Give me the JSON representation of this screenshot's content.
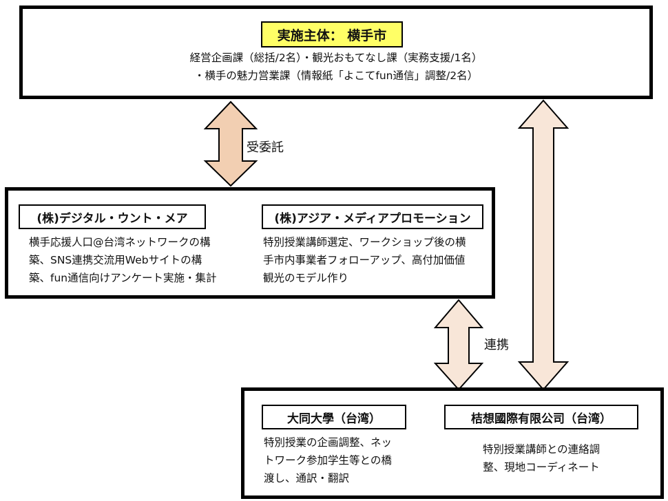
{
  "top": {
    "title": "実施主体： 横手市",
    "lines": [
      "経営企画課（総括/2名）・観光おもてなし課（実務支援/1名）",
      "・横手の魅力営業課（情報紙「よこてfun通信」調整/2名）"
    ],
    "title_bg": "#ffff66"
  },
  "middle": {
    "left": {
      "title": "(株)デジタル・ウント・メア",
      "lines": [
        "横手応援人口@台湾ネットワークの構",
        "築、SNS連携交流用Webサイトの構",
        "築、fun通信向けアンケート実施・集計"
      ]
    },
    "right": {
      "title": "(株)アジア・メディアプロモーション",
      "lines": [
        "特別授業講師選定、ワークショップ後の横",
        "手市内事業者フォローアップ、高付加価値",
        "観光のモデル作り"
      ]
    }
  },
  "bottom": {
    "left": {
      "title": "大同大學（台湾）",
      "lines": [
        "特別授業の企画調整、ネッ",
        "トワーク参加学生等との橋",
        "渡し、通訳・翻訳"
      ]
    },
    "right": {
      "title": "桔想國際有限公司（台湾）",
      "lines": [
        "特別授業講師との連絡調",
        "整、現地コーディネート"
      ]
    }
  },
  "arrows": {
    "commission_label": "受委託",
    "cooperation_label": "連携",
    "fill_dark": "#f2cfb2",
    "fill_light": "#f8e6d8"
  }
}
